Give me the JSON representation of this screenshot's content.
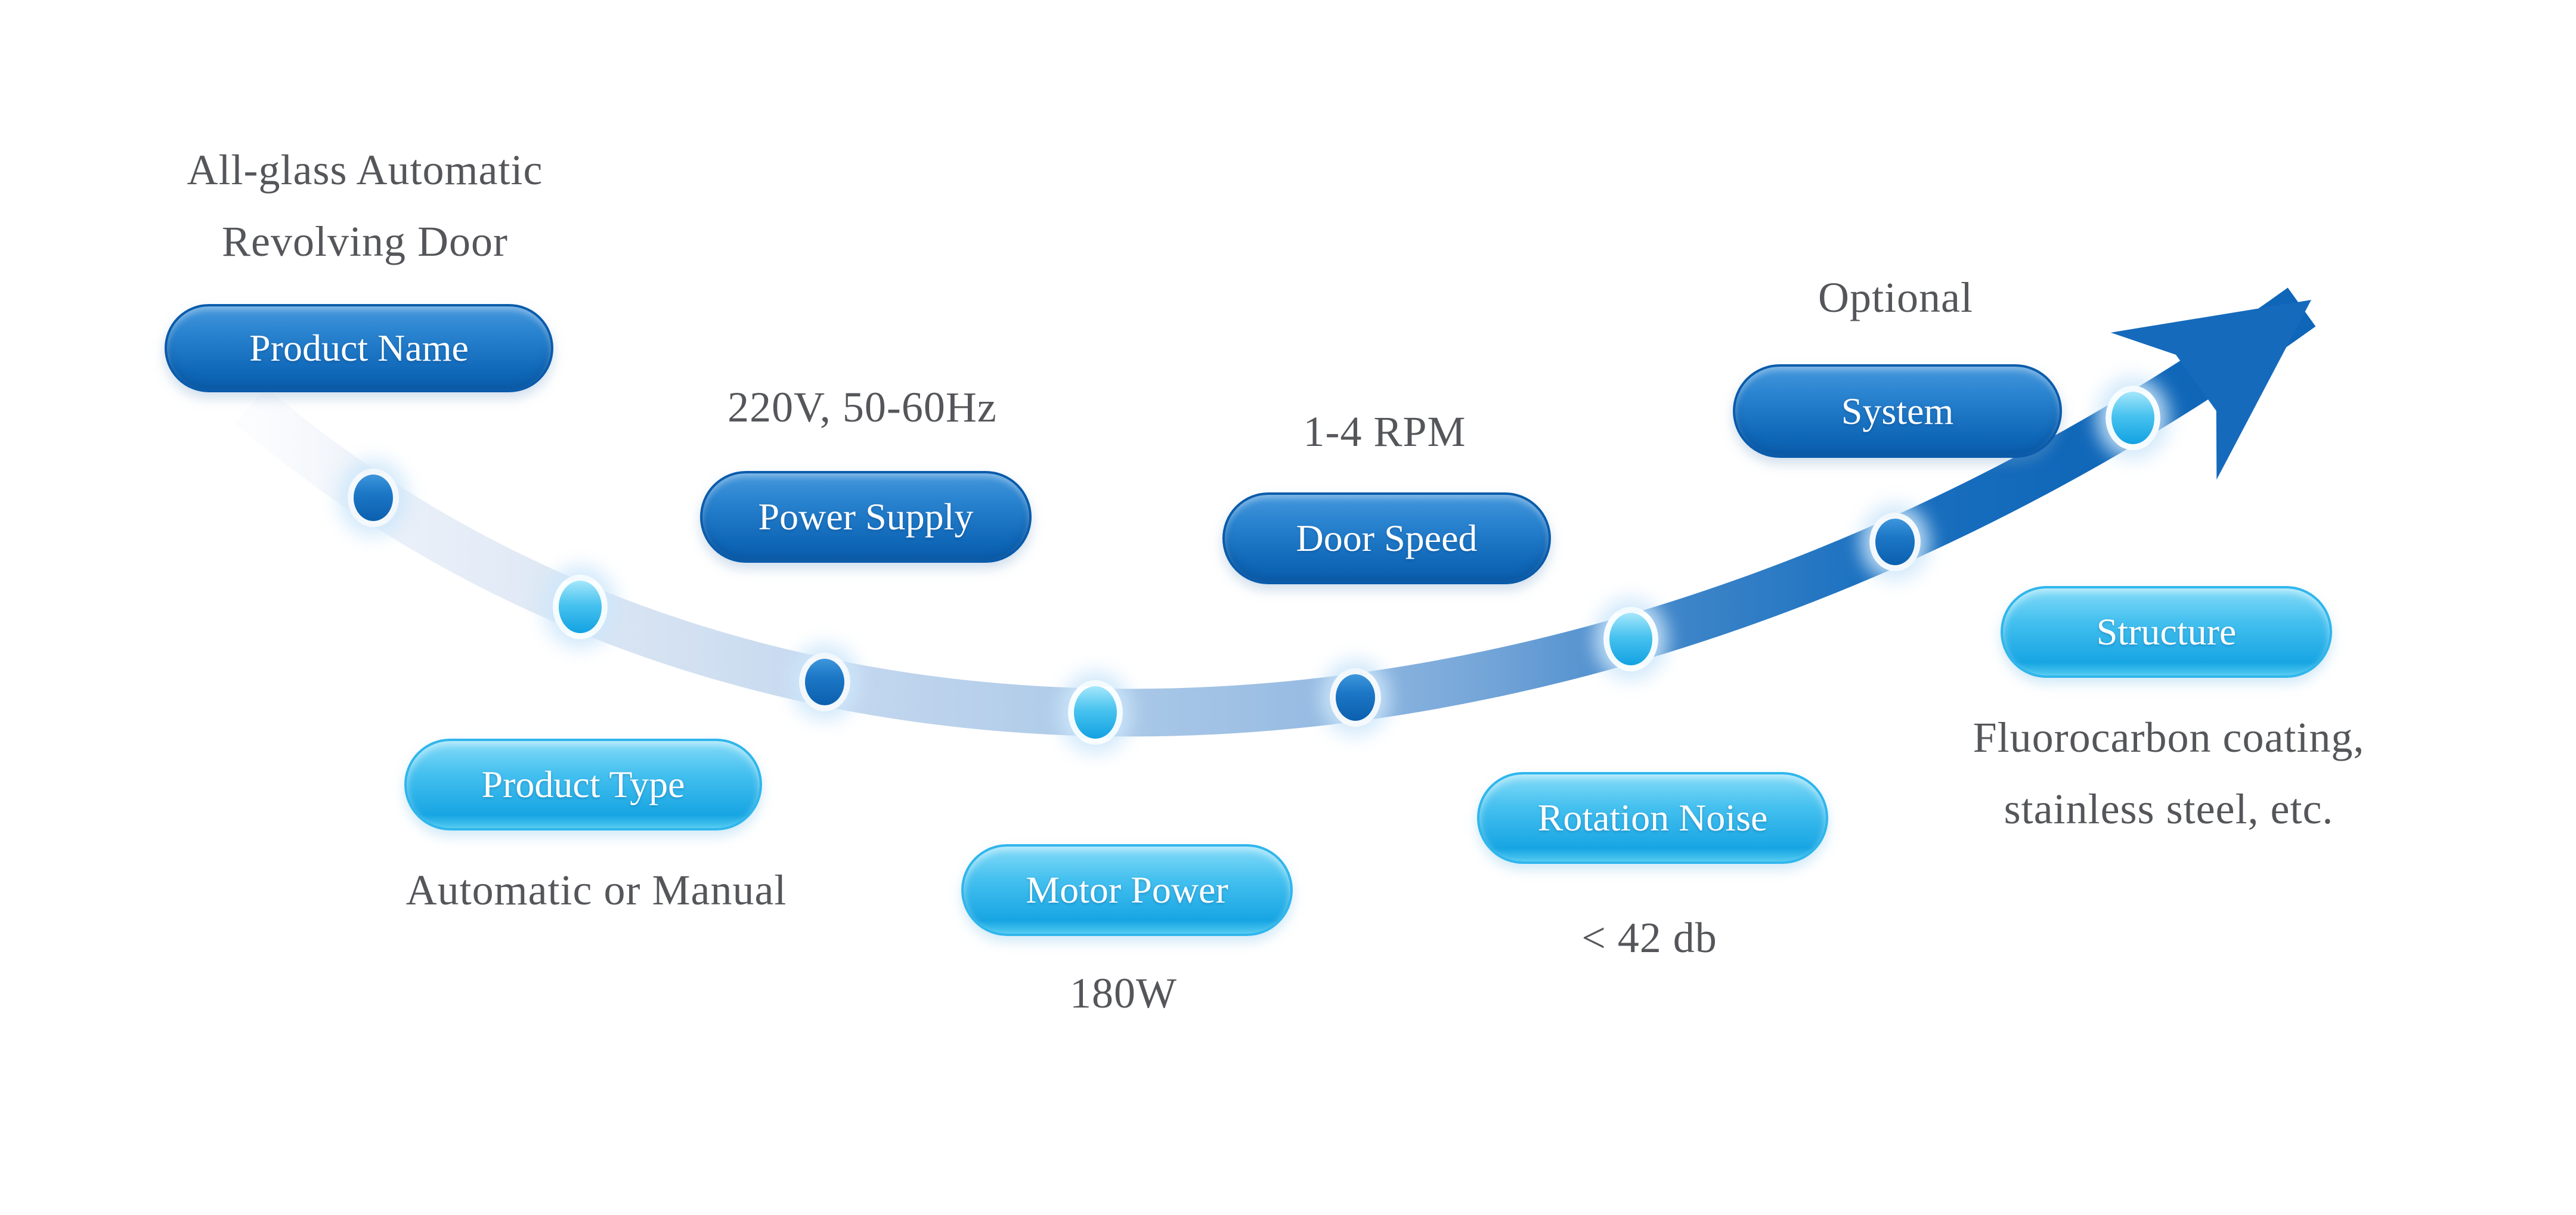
{
  "palette": {
    "background": "#FFFFFF",
    "label_text": "#54565A",
    "pill_text": "#FFFFFF",
    "dark_pill_top": "#4698DC",
    "dark_pill_bottom": "#0B60AE",
    "dark_pill_border": "#0A5BAB",
    "light_pill_top": "#84DBF8",
    "light_pill_bottom": "#17A5E3",
    "light_pill_border": "#2FB6EC",
    "arrow_deep_blue": "#0F66B8",
    "arrow_fade_blue": "#E8EFF9",
    "dot_dark": "#0B60AE",
    "dot_light": "#12A2E2"
  },
  "items": [
    {
      "id": "product-name",
      "pill": "Product Name",
      "tone": "dark",
      "note_lines": [
        "All-glass Automatic",
        "Revolving Door"
      ]
    },
    {
      "id": "power-supply",
      "pill": "Power Supply",
      "tone": "dark",
      "note_lines": [
        "220V, 50-60Hz"
      ]
    },
    {
      "id": "door-speed",
      "pill": "Door Speed",
      "tone": "dark",
      "note_lines": [
        "1-4 RPM"
      ]
    },
    {
      "id": "system",
      "pill": "System",
      "tone": "dark",
      "note_lines": [
        "Optional"
      ]
    },
    {
      "id": "product-type",
      "pill": "Product Type",
      "tone": "light",
      "note_lines": [
        "Automatic or Manual"
      ]
    },
    {
      "id": "motor-power",
      "pill": "Motor Power",
      "tone": "light",
      "note_lines": [
        "180W"
      ]
    },
    {
      "id": "rotation-noise",
      "pill": "Rotation Noise",
      "tone": "light",
      "note_lines": [
        "< 42 db"
      ]
    },
    {
      "id": "structure",
      "pill": "Structure",
      "tone": "light",
      "note_lines": [
        "Fluorocarbon coating,",
        "stainless steel, etc."
      ]
    }
  ],
  "dots": [
    {
      "tone": "dark"
    },
    {
      "tone": "light"
    },
    {
      "tone": "dark"
    },
    {
      "tone": "light"
    },
    {
      "tone": "dark"
    },
    {
      "tone": "light"
    },
    {
      "tone": "dark"
    },
    {
      "tone": "light"
    }
  ]
}
